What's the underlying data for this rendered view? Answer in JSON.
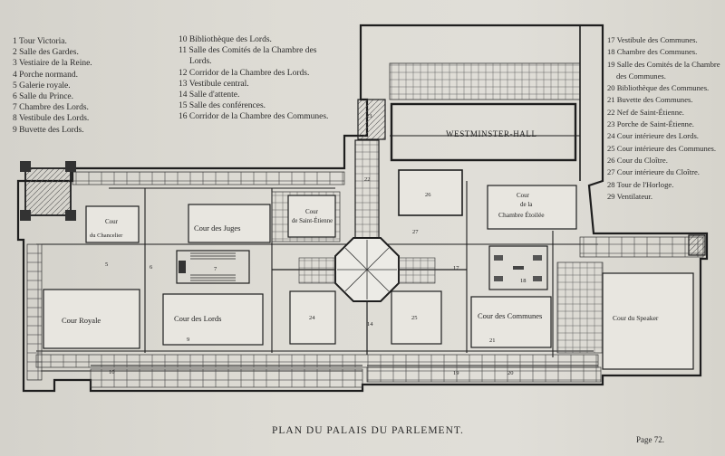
{
  "legend_left": [
    "1 Tour Victoria.",
    "2 Salle des Gardes.",
    "3 Vestiaire de la Reine.",
    "4 Porche normand.",
    "5 Galerie royale.",
    "6 Salle du Prince.",
    "7 Chambre des Lords.",
    "8 Vestibule des Lords.",
    "9 Buvette des Lords."
  ],
  "legend_middle": [
    "10 Bibliothèque des Lords.",
    "11 Salle des Comités de la Chambre des Lords.",
    "12 Corridor de la Chambre des Lords.",
    "13 Vestibule central.",
    "14 Salle d'attente.",
    "15 Salle des conférences.",
    "16 Corridor de la Chambre des Communes."
  ],
  "legend_right": [
    "17 Vestibule des Communes.",
    "18 Chambre des Communes.",
    "19 Salle des Comités de la Chambre des Communes.",
    "20 Bibliothèque des Communes.",
    "21 Buvette des Communes.",
    "22 Nef de Saint-Étienne.",
    "23 Porche de Saint-Étienne.",
    "24 Cour intérieure des Lords.",
    "25 Cour intérieure des Communes.",
    "26 Cour du Cloître.",
    "27 Cour intérieure du Cloître.",
    "28 Tour de l'Horloge.",
    "29 Ventilateur."
  ],
  "plan_labels": {
    "westminster_hall": "WESTMINSTER-HALL",
    "cour_chancelier_1": "Cour",
    "cour_chancelier_2": "du Chancelier",
    "cour_juges": "Cour des Juges",
    "cour_saint_etienne_1": "Cour",
    "cour_saint_etienne_2": "de Saint-Étienne",
    "cour_chambre_etoilee_1": "Cour",
    "cour_chambre_etoilee_2": "de la",
    "cour_chambre_etoilee_3": "Chambre Étoilée",
    "cour_royale": "Cour Royale",
    "cour_lords": "Cour des Lords",
    "cour_communes": "Cour des Communes",
    "cour_speaker": "Cour du Speaker",
    "n5": "5",
    "n6": "6",
    "n7": "7",
    "n9": "9",
    "n10": "10",
    "n14": "14",
    "n17": "17",
    "n18": "18",
    "n19": "19",
    "n20": "20",
    "n21": "21",
    "n22": "22",
    "n23": "23",
    "n24": "24",
    "n25": "25",
    "n26": "26",
    "n27": "27"
  },
  "caption": "PLAN DU PALAIS DU PARLEMENT.",
  "page_ref": "Page 72."
}
